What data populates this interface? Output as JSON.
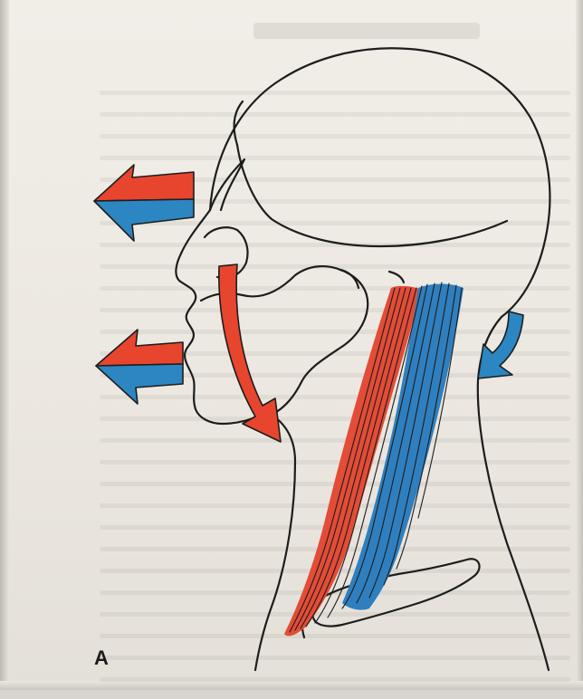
{
  "figure": {
    "panel_label": "A"
  },
  "colors": {
    "red_arrow": "#e8452e",
    "blue_arrow": "#2b86c2",
    "muscle_red": "#e34c36",
    "muscle_blue": "#2f7fbf",
    "outline": "#1d1d1d",
    "paper": "#efece6"
  },
  "arrows": [
    {
      "id": "upper-horizontal-arrow",
      "direction": "left",
      "colors": [
        "red",
        "blue"
      ]
    },
    {
      "id": "lower-horizontal-arrow",
      "direction": "left",
      "colors": [
        "red",
        "blue"
      ]
    },
    {
      "id": "jaw-curved-arrow",
      "direction": "down",
      "colors": [
        "red"
      ]
    },
    {
      "id": "nape-curved-arrow",
      "direction": "down-left",
      "colors": [
        "blue"
      ]
    }
  ]
}
